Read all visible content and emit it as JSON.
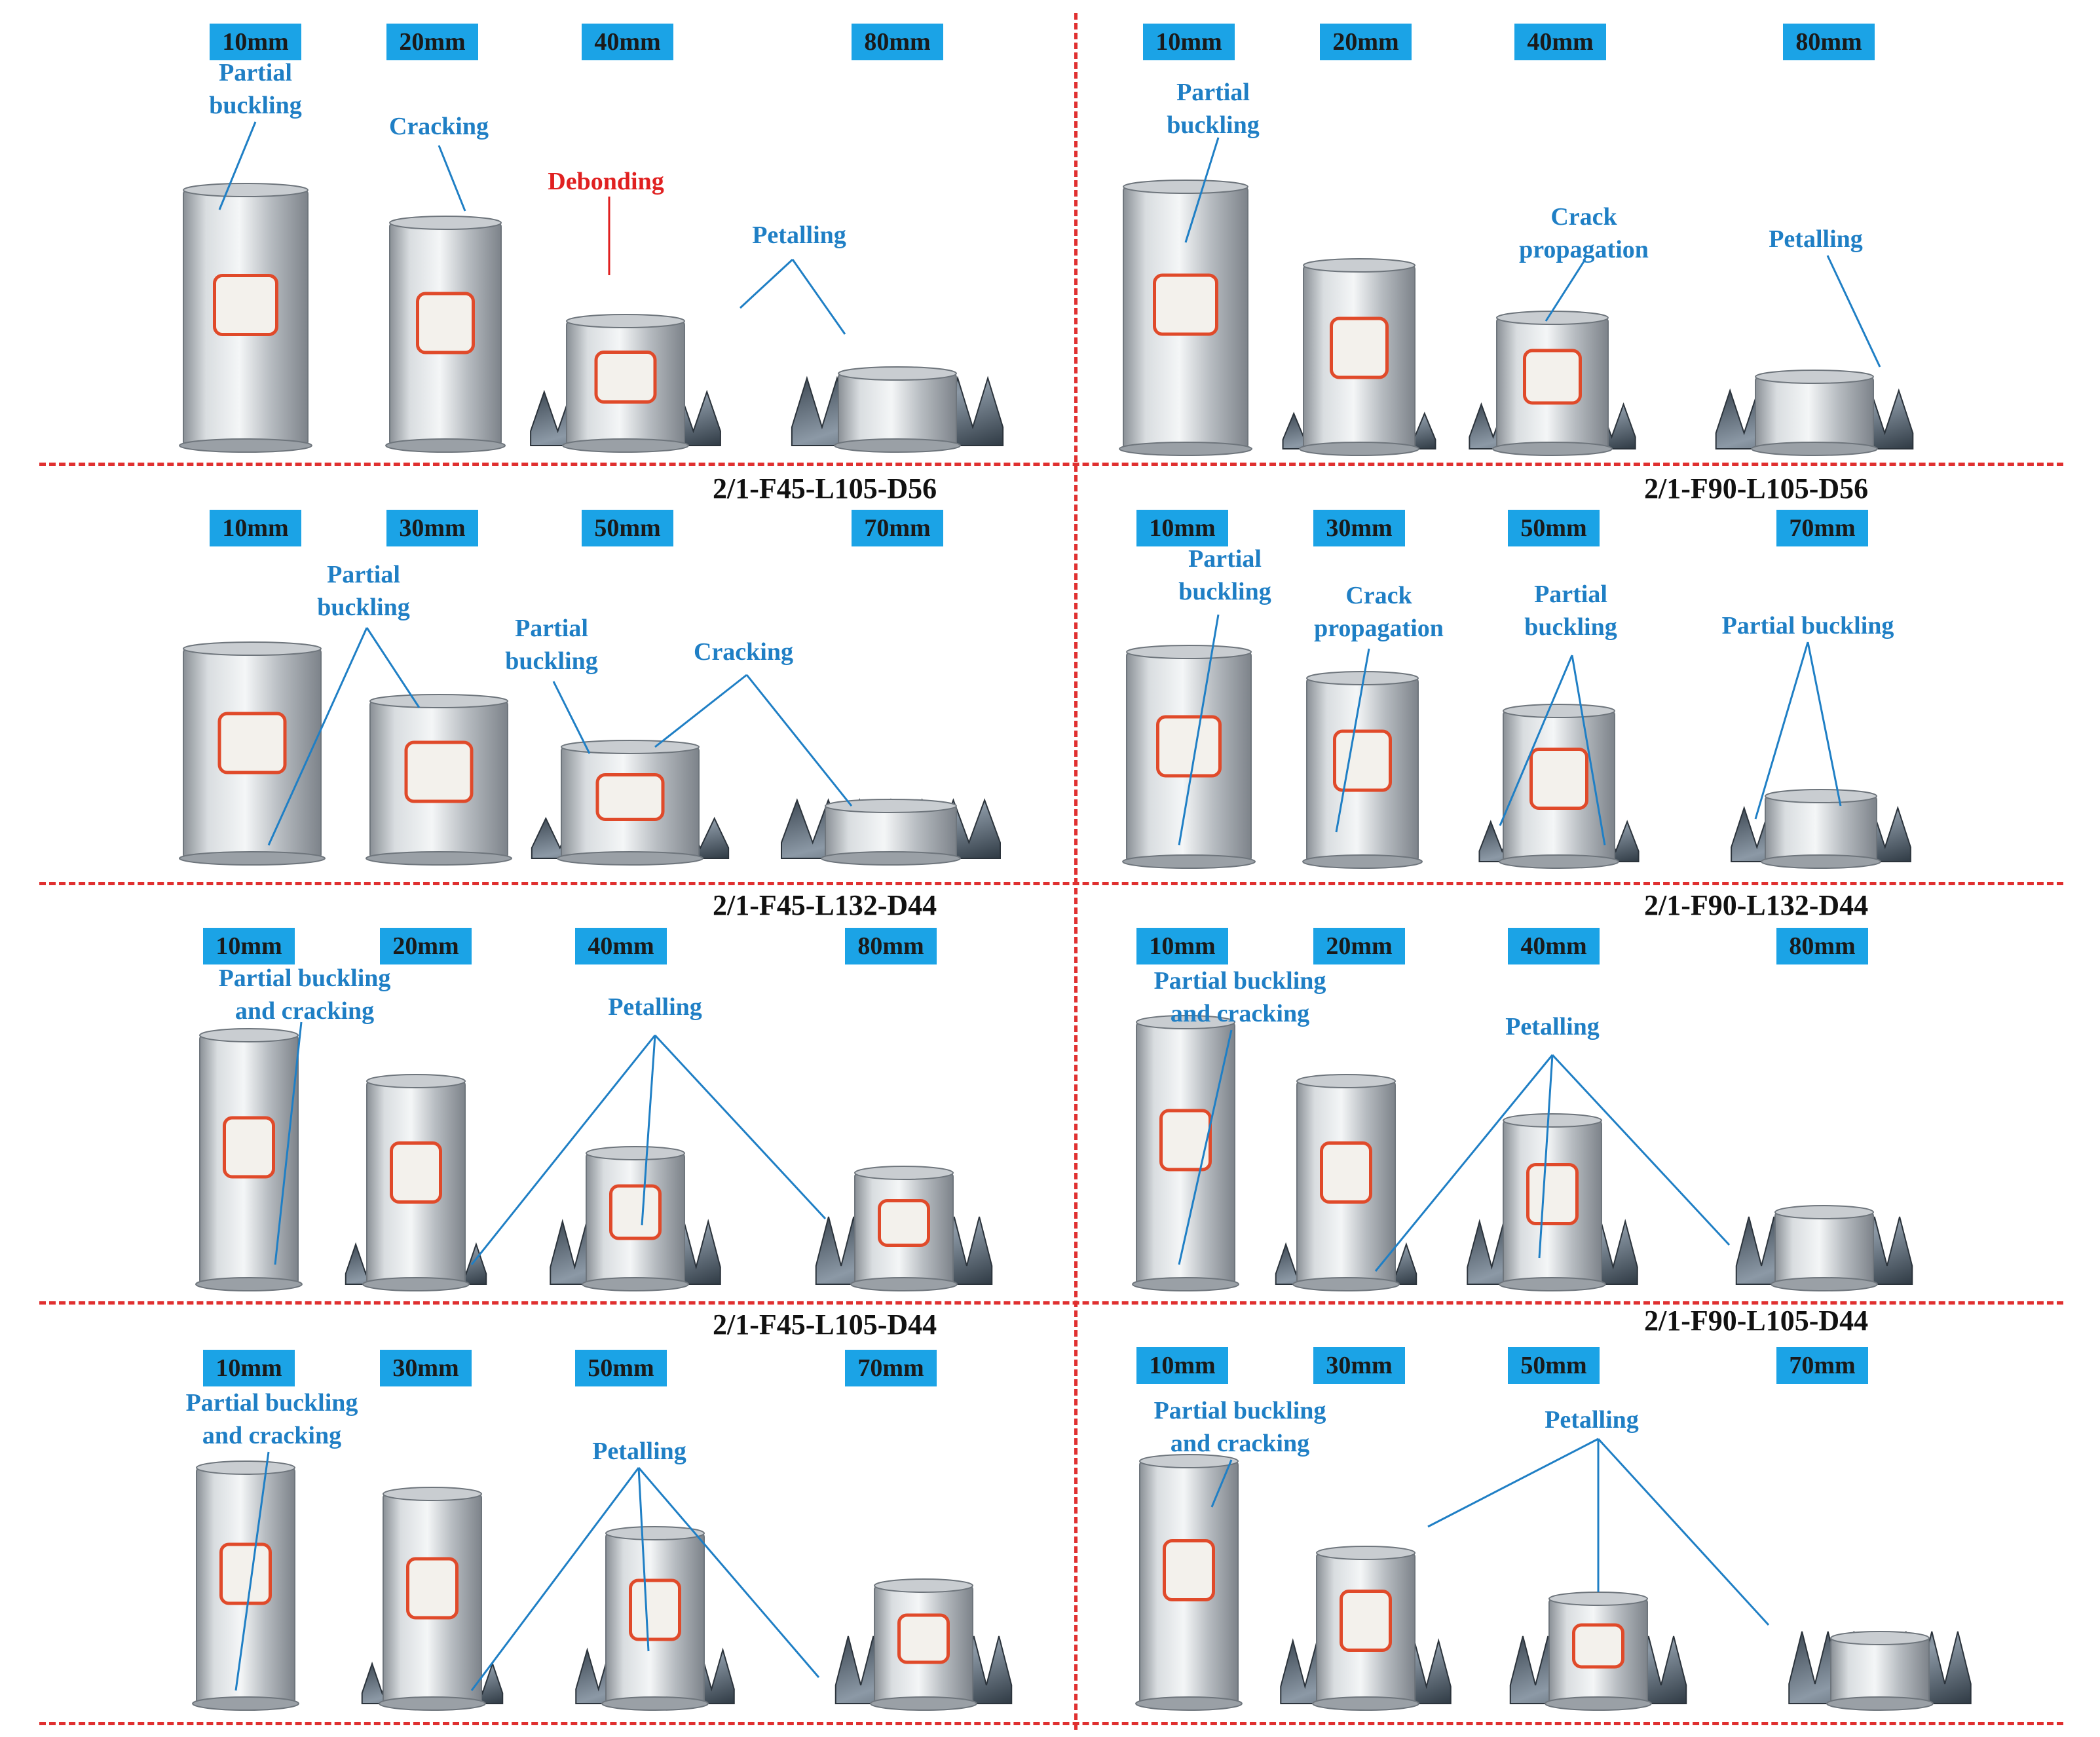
{
  "panels": [
    {
      "code": "2/1-F45-L105-D56",
      "labels": [
        "10mm",
        "20mm",
        "40mm",
        "80mm"
      ],
      "annotations": [
        {
          "text": "Partial\nbuckling",
          "color": "blue"
        },
        {
          "text": "Cracking",
          "color": "blue"
        },
        {
          "text": "Debonding",
          "color": "red"
        },
        {
          "text": "Petalling",
          "color": "blue"
        }
      ]
    },
    {
      "code": "2/1-F90-L105-D56",
      "labels": [
        "10mm",
        "20mm",
        "40mm",
        "80mm"
      ],
      "annotations": [
        {
          "text": "Partial\nbuckling",
          "color": "blue"
        },
        {
          "text": "Crack\npropagation",
          "color": "blue"
        },
        {
          "text": "Petalling",
          "color": "blue"
        }
      ]
    },
    {
      "code": "2/1-F45-L132-D44",
      "labels": [
        "10mm",
        "30mm",
        "50mm",
        "70mm"
      ],
      "annotations": [
        {
          "text": "Partial\nbuckling",
          "color": "blue"
        },
        {
          "text": "Partial\nbuckling",
          "color": "blue"
        },
        {
          "text": "Cracking",
          "color": "blue"
        }
      ]
    },
    {
      "code": "2/1-F90-L132-D44",
      "labels": [
        "10mm",
        "30mm",
        "50mm",
        "70mm"
      ],
      "annotations": [
        {
          "text": "Partial\nbuckling",
          "color": "blue"
        },
        {
          "text": "Crack\npropagation",
          "color": "blue"
        },
        {
          "text": "Partial\nbuckling",
          "color": "blue"
        },
        {
          "text": "Partial buckling",
          "color": "blue"
        }
      ]
    },
    {
      "code": "2/1-F45-L105-D44",
      "labels": [
        "10mm",
        "20mm",
        "40mm",
        "80mm"
      ],
      "annotations": [
        {
          "text": "Partial buckling\nand cracking",
          "color": "blue"
        },
        {
          "text": "Petalling",
          "color": "blue"
        }
      ]
    },
    {
      "code": "2/1-F90-L105-D44",
      "labels": [
        "10mm",
        "20mm",
        "40mm",
        "80mm"
      ],
      "annotations": [
        {
          "text": "Partial buckling\nand cracking",
          "color": "blue"
        },
        {
          "text": "Petalling",
          "color": "blue"
        }
      ]
    },
    {
      "code": "",
      "labels": [
        "10mm",
        "30mm",
        "50mm",
        "70mm"
      ],
      "annotations": [
        {
          "text": "Partial buckling\nand cracking",
          "color": "blue"
        },
        {
          "text": "Petalling",
          "color": "blue"
        }
      ]
    },
    {
      "code": "",
      "labels": [
        "10mm",
        "30mm",
        "50mm",
        "70mm"
      ],
      "annotations": [
        {
          "text": "Partial buckling\nand cracking",
          "color": "blue"
        },
        {
          "text": "Petalling",
          "color": "blue"
        }
      ]
    }
  ],
  "colors": {
    "label_bg": "#1BA3E6",
    "annotation_blue": "#1F7FC5",
    "annotation_red": "#E02020",
    "divider_red": "#E03030"
  }
}
